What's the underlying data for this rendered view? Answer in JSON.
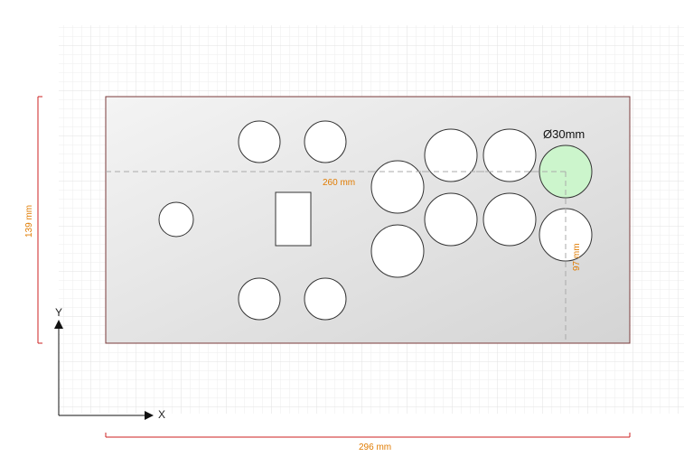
{
  "panel": {
    "width_label": "296 mm",
    "height_label": "139 mm"
  },
  "measurements": {
    "horizontal_label": "260 mm",
    "vertical_label": "97 mm",
    "diameter_label": "Ø30mm"
  },
  "axes": {
    "x_label": "X",
    "y_label": "Y"
  },
  "colors": {
    "dimension_line": "#cc2222",
    "dimension_text": "#e07b00",
    "panel_border": "#7a3a3a",
    "highlight_fill": "#ccf5cc"
  }
}
